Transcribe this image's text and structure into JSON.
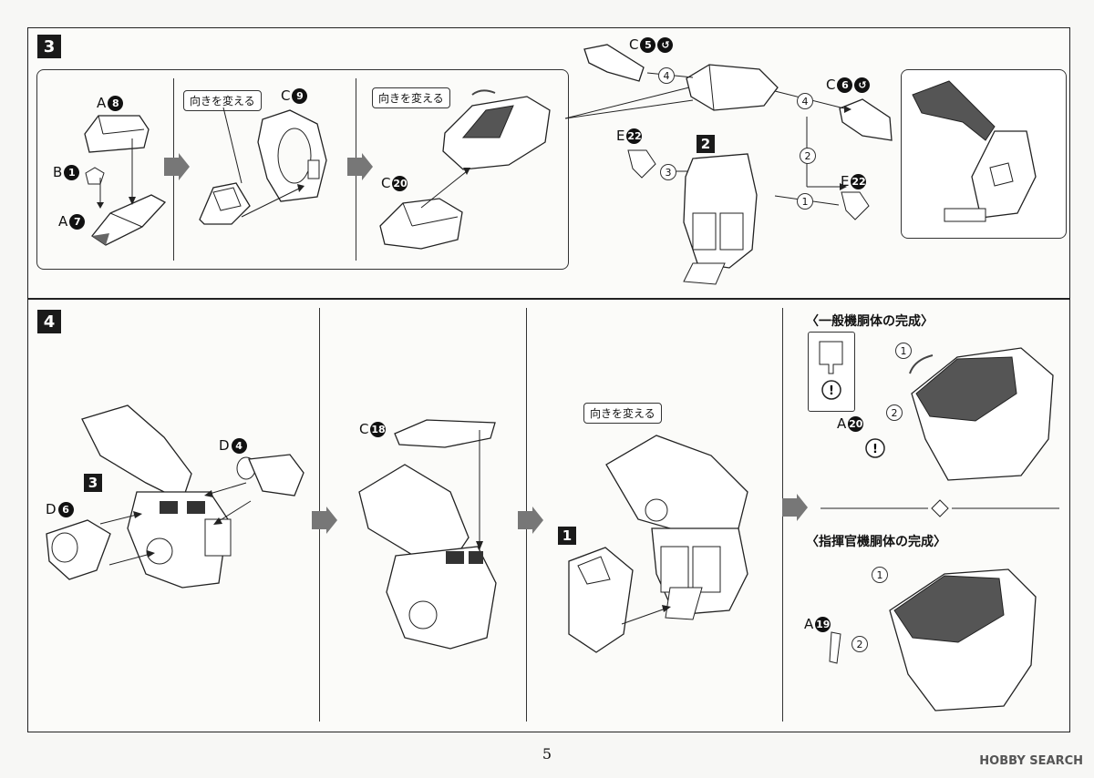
{
  "steps": [
    {
      "no": "3"
    },
    {
      "no": "4"
    }
  ],
  "tags": {
    "turn": "向きを変える"
  },
  "step3": {
    "parts": [
      {
        "letter": "A",
        "num": "8"
      },
      {
        "letter": "B",
        "num": "1"
      },
      {
        "letter": "A",
        "num": "7"
      },
      {
        "letter": "C",
        "num": "9"
      },
      {
        "letter": "C",
        "num": "20"
      },
      {
        "letter": "C",
        "num": "5"
      },
      {
        "letter": "C",
        "num": "6"
      },
      {
        "letter": "E",
        "num": "22"
      },
      {
        "letter": "E",
        "num": "22"
      }
    ],
    "sub_ref": "2",
    "order": [
      "4",
      "4",
      "2",
      "3",
      "1"
    ]
  },
  "step4": {
    "parts": [
      {
        "letter": "D",
        "num": "4"
      },
      {
        "letter": "D",
        "num": "6"
      },
      {
        "letter": "C",
        "num": "18"
      },
      {
        "letter": "A",
        "num": "20"
      },
      {
        "letter": "A",
        "num": "19"
      }
    ],
    "sub_ref_3": "3",
    "sub_ref_1": "1",
    "heading_general": "〈一般機胴体の完成〉",
    "heading_commander": "〈指揮官機胴体の完成〉",
    "order": [
      "1",
      "2",
      "1",
      "2"
    ]
  },
  "footer": {
    "page_number": "5",
    "logo": "HOBBY SEARCH"
  }
}
